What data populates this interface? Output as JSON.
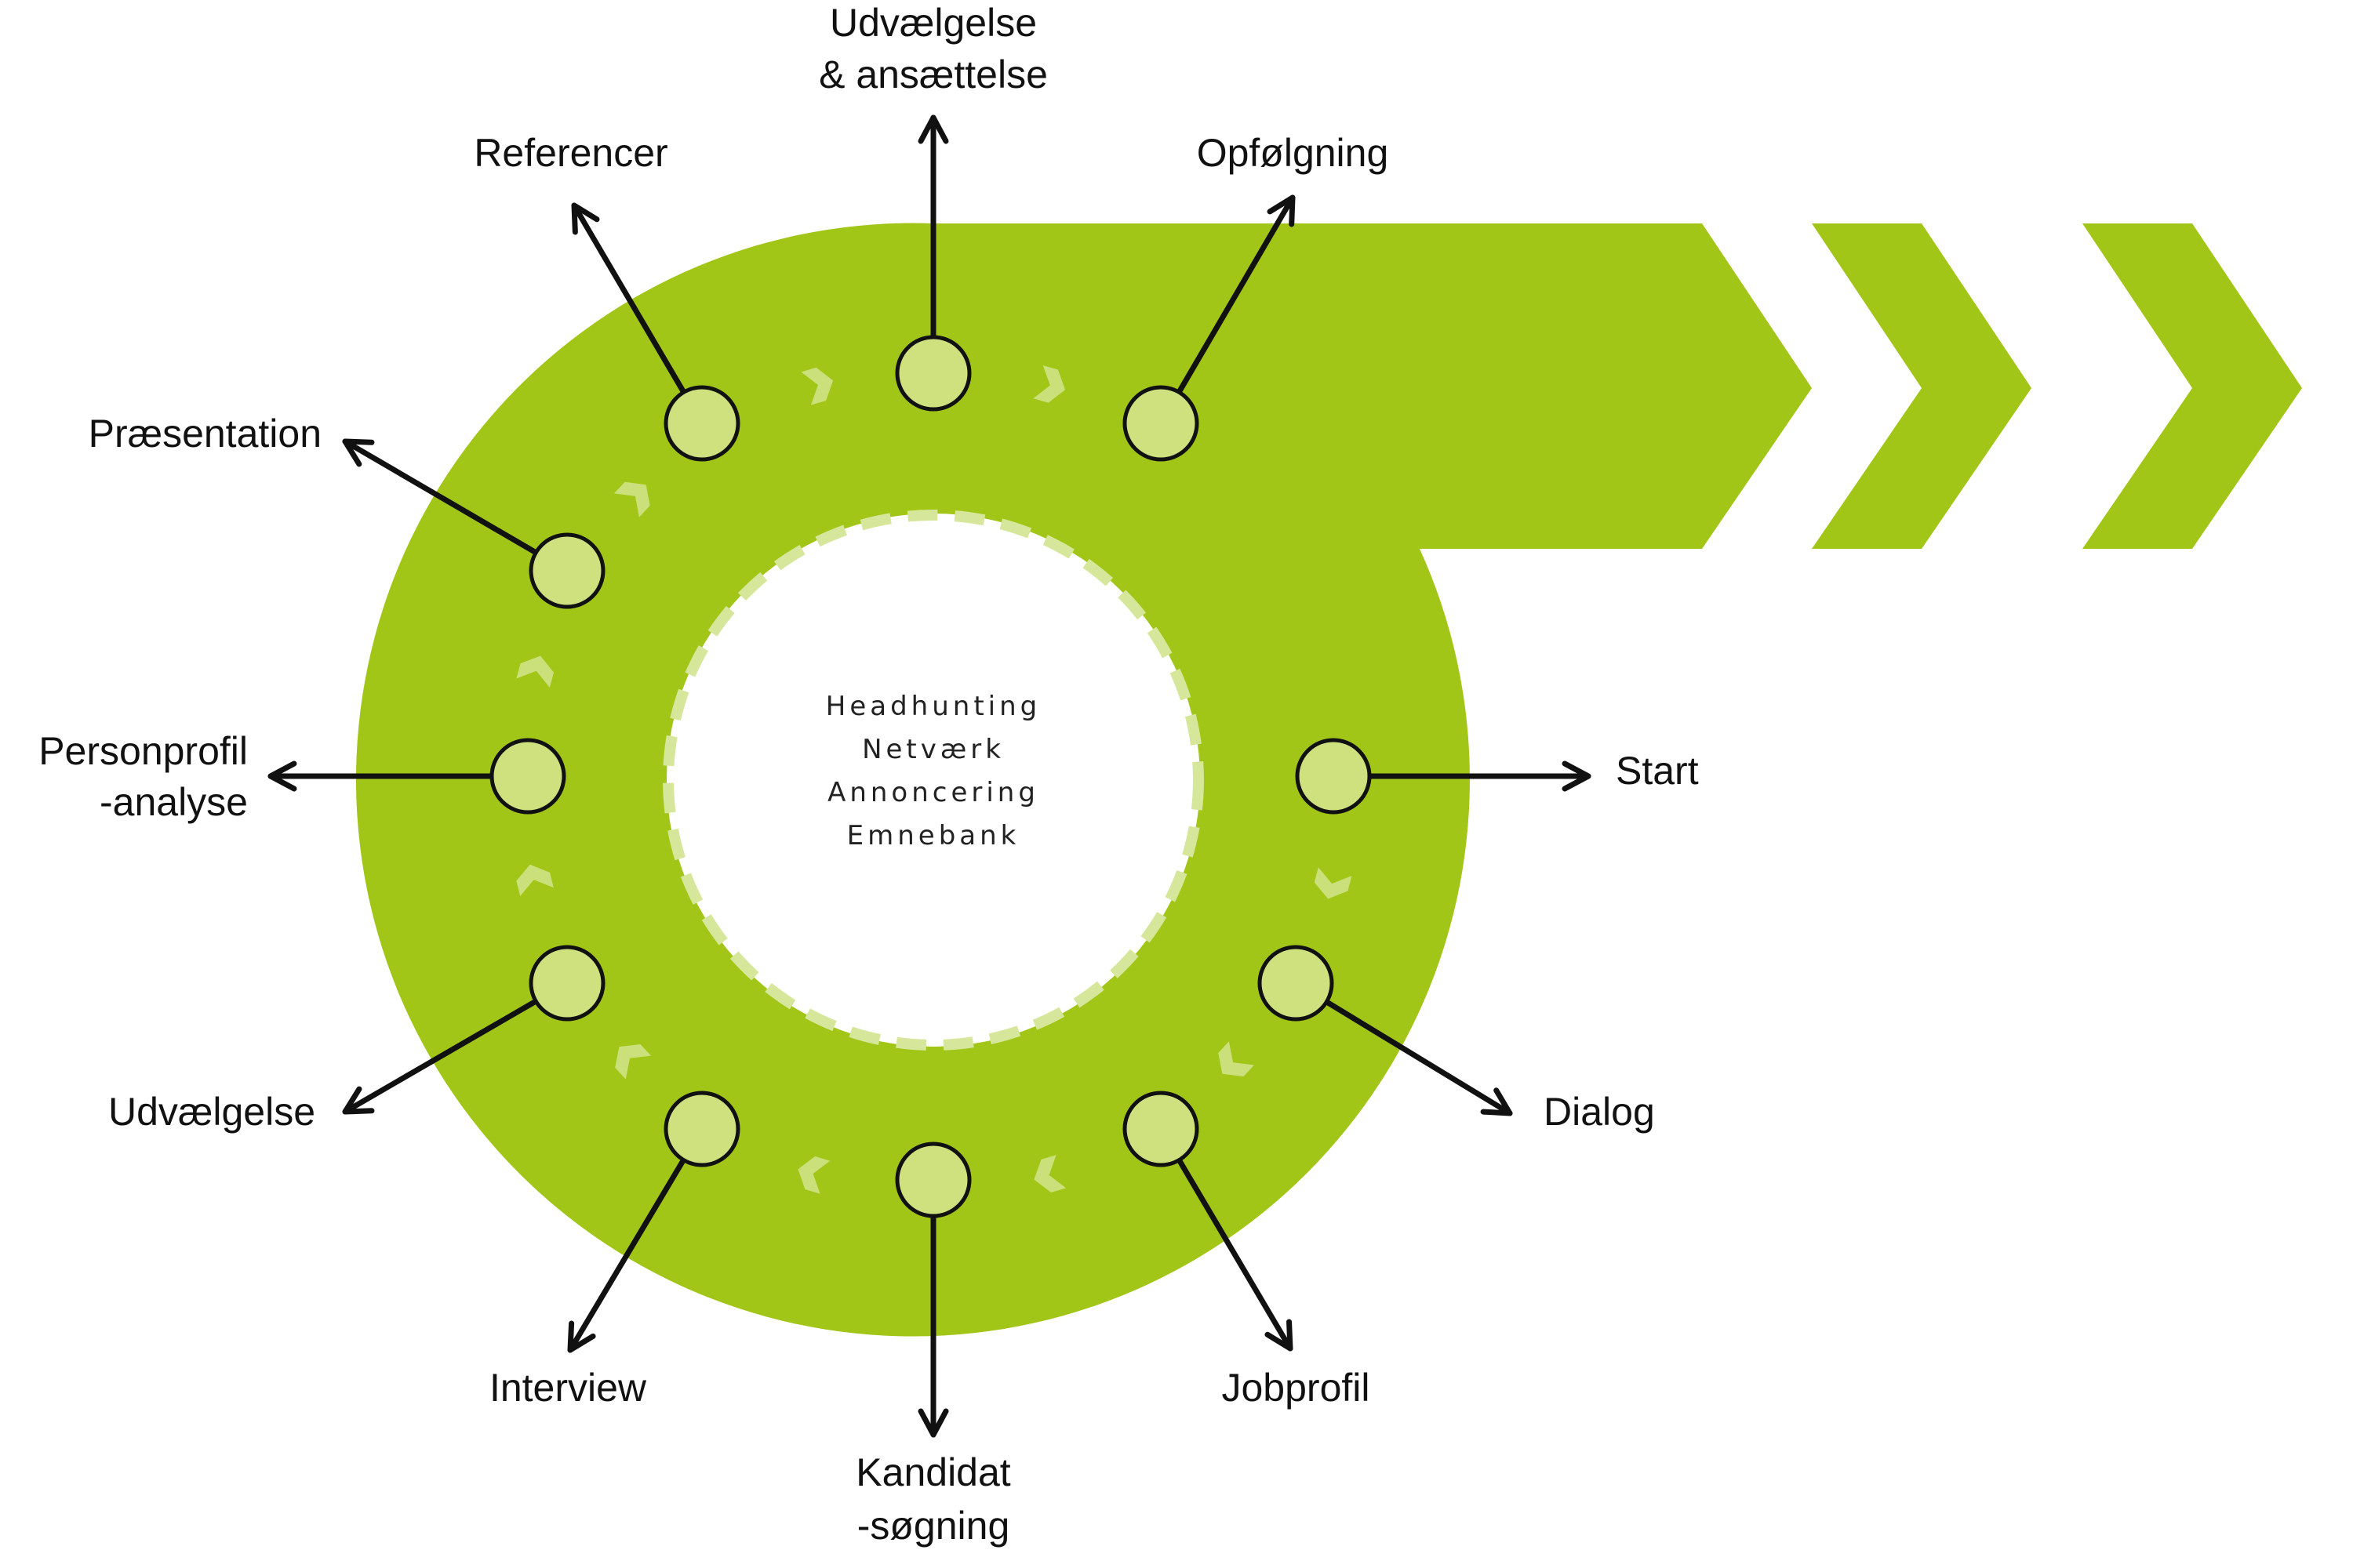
{
  "colors": {
    "ring": "#a2c617",
    "node_fill": "#cfe07f",
    "flow_chevron": "#d2e48c",
    "inner_dash": "#d6e69a",
    "text": "#111111"
  },
  "center": {
    "lines": [
      "Headhunting",
      "Netværk",
      "Annoncering",
      "Emnebank"
    ]
  },
  "stages": [
    {
      "id": "start",
      "lines": [
        "Start"
      ]
    },
    {
      "id": "dialog",
      "lines": [
        "Dialog"
      ]
    },
    {
      "id": "jobprofil",
      "lines": [
        "Jobprofil"
      ]
    },
    {
      "id": "kandidatsogning",
      "lines": [
        "Kandidat",
        "-søgning"
      ]
    },
    {
      "id": "interview",
      "lines": [
        "Interview"
      ]
    },
    {
      "id": "udvaelgelse",
      "lines": [
        "Udvælgelse"
      ]
    },
    {
      "id": "personprofil",
      "lines": [
        "Personprofil",
        "-analyse"
      ]
    },
    {
      "id": "praesentation",
      "lines": [
        "Præsentation"
      ]
    },
    {
      "id": "referencer",
      "lines": [
        "Referencer"
      ]
    },
    {
      "id": "udvaelgelse-ansaettelse",
      "lines": [
        "Udvælgelse",
        "& ansættelse"
      ]
    },
    {
      "id": "opfolgning",
      "lines": [
        "Opfølgning"
      ]
    }
  ]
}
